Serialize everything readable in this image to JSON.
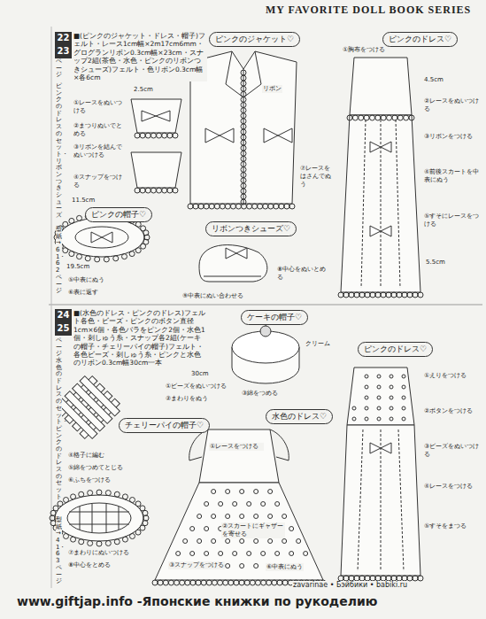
{
  "diagram": {
    "title": "MY FAVORITE DOLL BOOK SERIES",
    "nodes": [
      {
        "text": [
          "22"
        ]
      },
      {
        "text": [
          "23"
        ]
      },
      {
        "text": [
          "ピンクのジャケット♡"
        ]
      },
      {
        "text": [
          "ピンクのドレス♡"
        ]
      },
      {
        "text": [
          "ピンクの帽子♡"
        ]
      },
      {
        "text": [
          "リボンつきシューズ♡"
        ]
      },
      {
        "text": [
          "24"
        ]
      },
      {
        "text": [
          "25"
        ]
      },
      {
        "text": [
          "ケーキの帽子♡"
        ]
      },
      {
        "text": [
          "チェリーパイの帽子♡"
        ]
      },
      {
        "text": [
          "水色のドレス♡"
        ]
      },
      {
        "text": [
          "ピンクのドレス♡"
        ]
      }
    ],
    "labels": [
      "ページ",
      "ピンクのドレスのセット・リボンつきシューズ",
      "型紙→61・62ページ",
      "■(ピンクのジャケット・ドレス・帽子)フェルト・レース1cm幅×2m17cm6mm・グログランリボン0.3cm幅×23cm・スナップ2組(茶色・水色・ピンクのリボンつきシューズ)フェルト・色リボン0.3cm幅×各6cm",
      "①レースをぬいつける",
      "②まつりぬいでとめる",
      "③リボンを結んでぬいつける",
      "④スナップをつける",
      "11.5cm",
      "19.5cm",
      "⑤中表にぬう",
      "⑥表に返す",
      "2.5cm",
      "⑦レースをはさんでぬう",
      "リボン",
      "⑧中心をぬいとめる",
      "⑨中表にぬい合わせる",
      "4.5cm",
      "5.5cm",
      "①胸布をつける",
      "②レースをぬいつける",
      "③リボンをつける",
      "④前後スカートを中表にぬう",
      "⑤すそにレースをつける",
      "ページ",
      "水色のドレスのセット・ピンクのドレスのセット",
      "型紙→41・63ページ",
      "■(水色のドレス・ピンクのドレス)フェルト各色・ビーズ・ピンクのボタン直径1cm×6個・各色バラをピンク2個・水色1個・刺しゅう糸・スナップ各2組(ケーキの帽子・チェリーパイの帽子)フェルト・各色ビーズ・刺しゅう糸・ピンクと水色のリボン0.3cm幅30cm一本",
      "30cm",
      "①ビーズをぬいつける",
      "②まわりをぬう",
      "クリーム",
      "③綿をつめる",
      "①レースをつける",
      "②スカートにギャザーを寄せる",
      "③スナップをつける",
      "④格子に編む",
      "⑤綿をつめてとじる",
      "⑥ふちをつける",
      "⑦まわりにぬいつける",
      "⑧中心をとめる",
      "①えりをつける",
      "②ボタンをつける",
      "③ビーズをぬいつける",
      "④レースをつける",
      "⑤すそをまつる",
      "⑥中表にぬう",
      "www.giftjap.info -Японские книжки по рукоделию",
      "zavarinae • Бэйбики • babiki.ru"
    ]
  }
}
